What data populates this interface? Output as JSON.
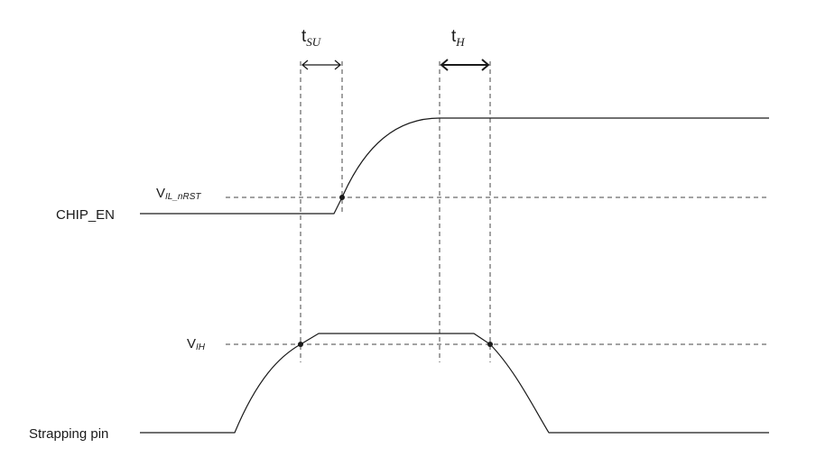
{
  "diagram": {
    "labels": {
      "chip_en": "CHIP_EN",
      "strapping_pin": "Strapping pin",
      "v_il_main": "V",
      "v_il_sub": "IL_nRST",
      "v_ih_main": "V",
      "v_ih_sub": "IH",
      "t_su_main": "t",
      "t_su_sub": "SU",
      "t_h_main": "t",
      "t_h_sub": "H"
    },
    "colors": {
      "line": "#1a1a1a",
      "dashed": "#444444",
      "background": "#ffffff"
    }
  }
}
